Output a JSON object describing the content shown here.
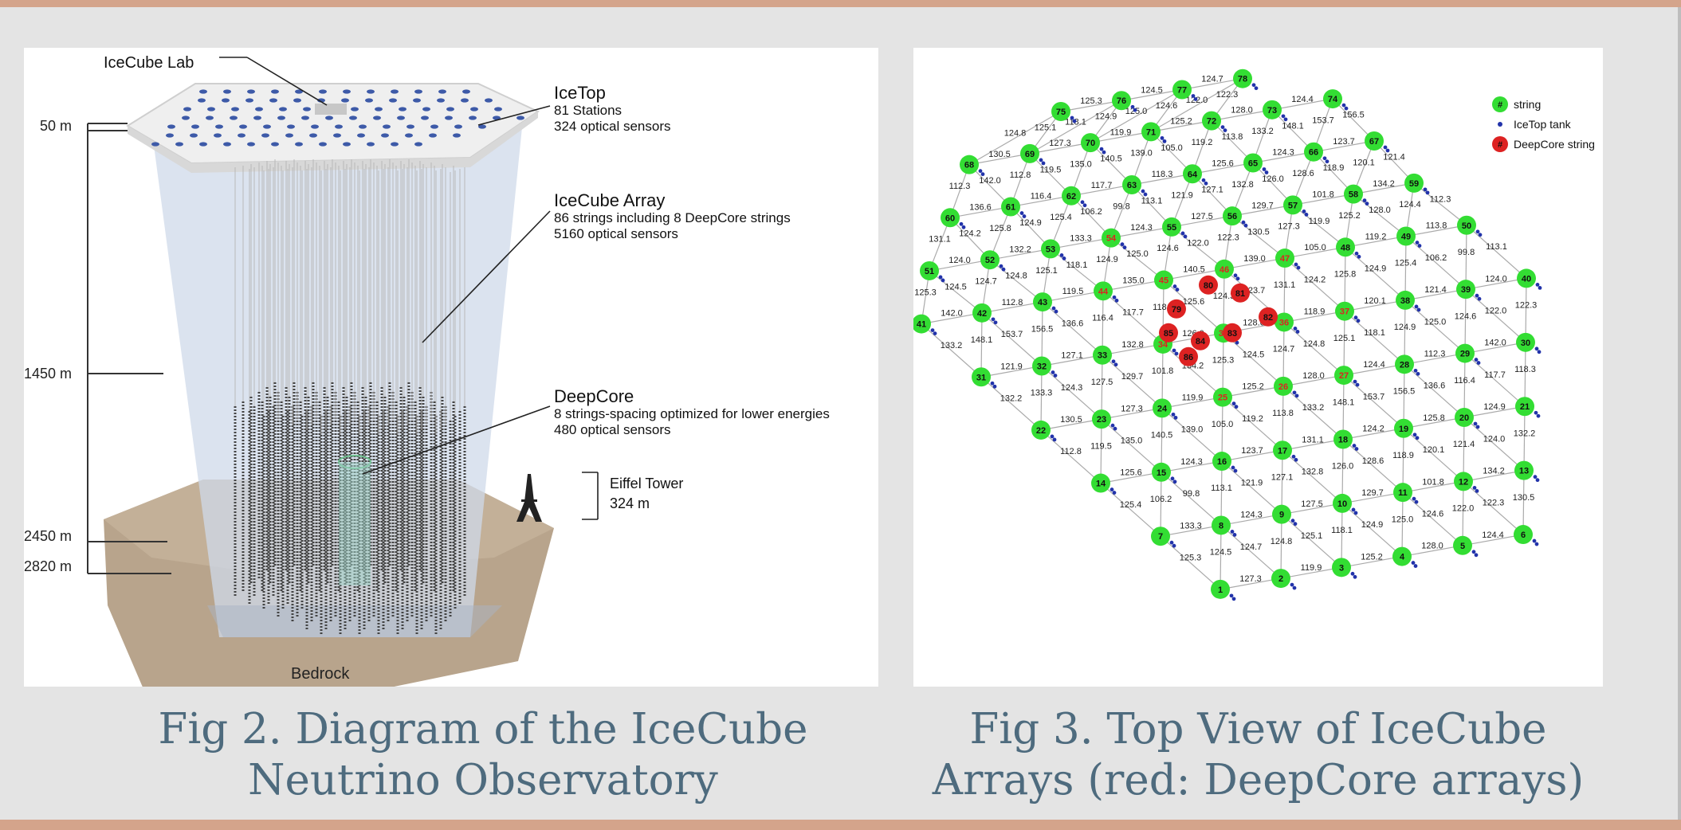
{
  "left_figure": {
    "labels": {
      "lab": "IceCube Lab",
      "icetop_title": "IceTop",
      "icetop_line1": "81 Stations",
      "icetop_line2": "324 optical sensors",
      "array_title": "IceCube Array",
      "array_line1": "86 strings including 8 DeepCore strings",
      "array_line2": "5160 optical sensors",
      "deepcore_title": "DeepCore",
      "deepcore_line1": "8 strings-spacing optimized for lower energies",
      "deepcore_line2": "480 optical sensors",
      "eiffel_line1": "Eiffel Tower",
      "eiffel_line2": "324 m",
      "bedrock": "Bedrock"
    },
    "depths": [
      "50 m",
      "1450 m",
      "2450 m",
      "2820 m"
    ],
    "colors": {
      "ice": "#cfd9ea",
      "bedrock": "#b8a48c",
      "surface": "#e9e9e9",
      "station": "#3d5aa8"
    }
  },
  "right_figure": {
    "legend": {
      "string": "string",
      "tank": "IceTop tank",
      "deepcore": "DeepCore string",
      "symbol": "#"
    },
    "colors": {
      "string": "#33dd33",
      "deepcore": "#dd2222",
      "tank": "#2233aa",
      "link": "#aaaaaa"
    },
    "rows": [
      [
        "75",
        "76",
        "77",
        "78"
      ],
      [
        "68",
        "69",
        "70",
        "71",
        "72",
        "73",
        "74"
      ],
      [
        "60",
        "61",
        "62",
        "63",
        "64",
        "65",
        "66",
        "67"
      ],
      [
        "51",
        "52",
        "53",
        "54",
        "55",
        "56",
        "57",
        "58",
        "59"
      ],
      [
        "41",
        "42",
        "43",
        "44",
        "45",
        "46",
        "47",
        "48",
        "49",
        "50"
      ],
      [
        "31",
        "32",
        "33",
        "34",
        "35",
        "36",
        "37",
        "38",
        "39",
        "40"
      ],
      [
        "22",
        "23",
        "24",
        "25",
        "26",
        "27",
        "28",
        "29",
        "30"
      ],
      [
        "14",
        "15",
        "16",
        "17",
        "18",
        "19",
        "20",
        "21"
      ],
      [
        "7",
        "8",
        "9",
        "10",
        "11",
        "12",
        "13"
      ],
      [
        "1",
        "2",
        "3",
        "4",
        "5",
        "6"
      ]
    ],
    "deepcore_strings": [
      "79",
      "80",
      "81",
      "82",
      "83",
      "84",
      "85",
      "86"
    ],
    "deepcore_red_marked": [
      "54",
      "44",
      "45",
      "46",
      "47",
      "34",
      "35",
      "36",
      "37",
      "25",
      "26",
      "27"
    ],
    "distance_labels": [
      "125.3",
      "124.5",
      "124.7",
      "124.8",
      "125.1",
      "118.1",
      "124.9",
      "125.0",
      "124.6",
      "122.0",
      "122.3",
      "130.5",
      "127.3",
      "119.9",
      "125.2",
      "128.0",
      "124.4",
      "112.3",
      "142.0",
      "112.8",
      "119.5",
      "135.0",
      "140.5",
      "139.0",
      "105.0",
      "119.2",
      "113.8",
      "133.2",
      "148.1",
      "153.7",
      "156.5",
      "136.6",
      "116.4",
      "117.7",
      "118.3",
      "125.6",
      "124.3",
      "123.7",
      "131.1",
      "124.2",
      "125.8",
      "124.9",
      "125.4",
      "106.2",
      "99.8",
      "113.1",
      "121.9",
      "127.1",
      "132.8",
      "126.0",
      "128.6",
      "118.9",
      "120.1",
      "121.4",
      "124.0",
      "132.2",
      "133.3",
      "124.3",
      "127.5",
      "129.7",
      "101.8",
      "134.2"
    ]
  },
  "captions": {
    "left_line1": "Fig 2. Diagram of the IceCube",
    "left_line2": "Neutrino Observatory",
    "right_line1": "Fig 3. Top View of IceCube",
    "right_line2": "Arrays (red: DeepCore arrays)"
  }
}
